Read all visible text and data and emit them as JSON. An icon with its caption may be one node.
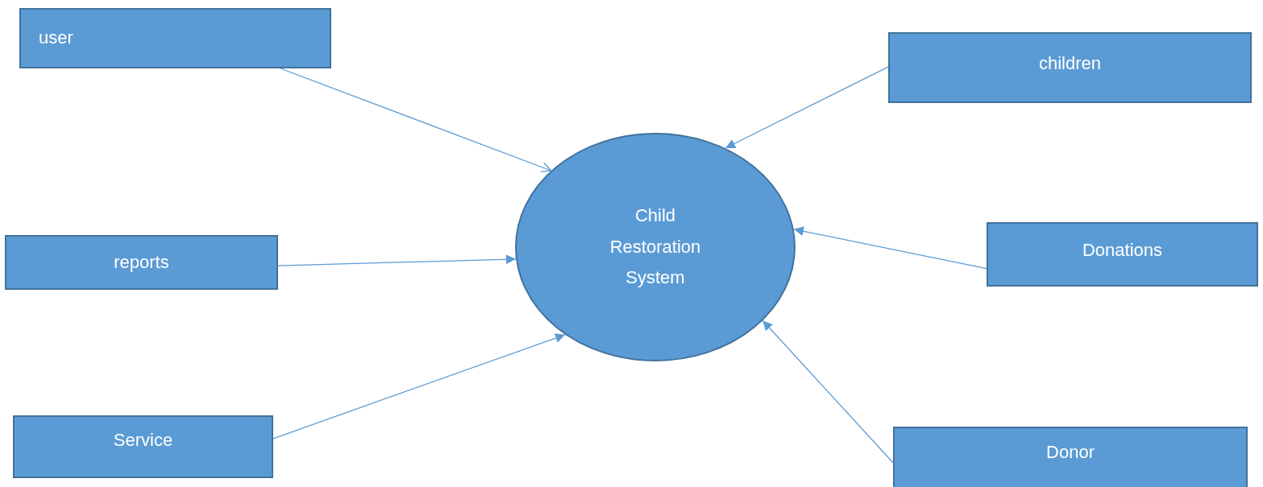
{
  "diagram": {
    "nodes": [
      {
        "text": [
          "user"
        ]
      },
      {
        "text": [
          "children"
        ]
      },
      {
        "text": [
          "Child Restoration System"
        ]
      },
      {
        "text": [
          "reports"
        ]
      },
      {
        "text": [
          "Donations"
        ]
      },
      {
        "text": [
          "Service"
        ]
      },
      {
        "text": [
          "Donor"
        ]
      }
    ],
    "edges": [
      {
        "from": 0,
        "to": 2,
        "arrow": "to"
      },
      {
        "from": 1,
        "to": 2,
        "arrow": "to"
      },
      {
        "from": 3,
        "to": 2,
        "arrow": "to"
      },
      {
        "from": 4,
        "to": 2,
        "arrow": "to"
      },
      {
        "from": 5,
        "to": 2,
        "arrow": "to"
      },
      {
        "from": 6,
        "to": 2,
        "arrow": "to"
      }
    ]
  }
}
